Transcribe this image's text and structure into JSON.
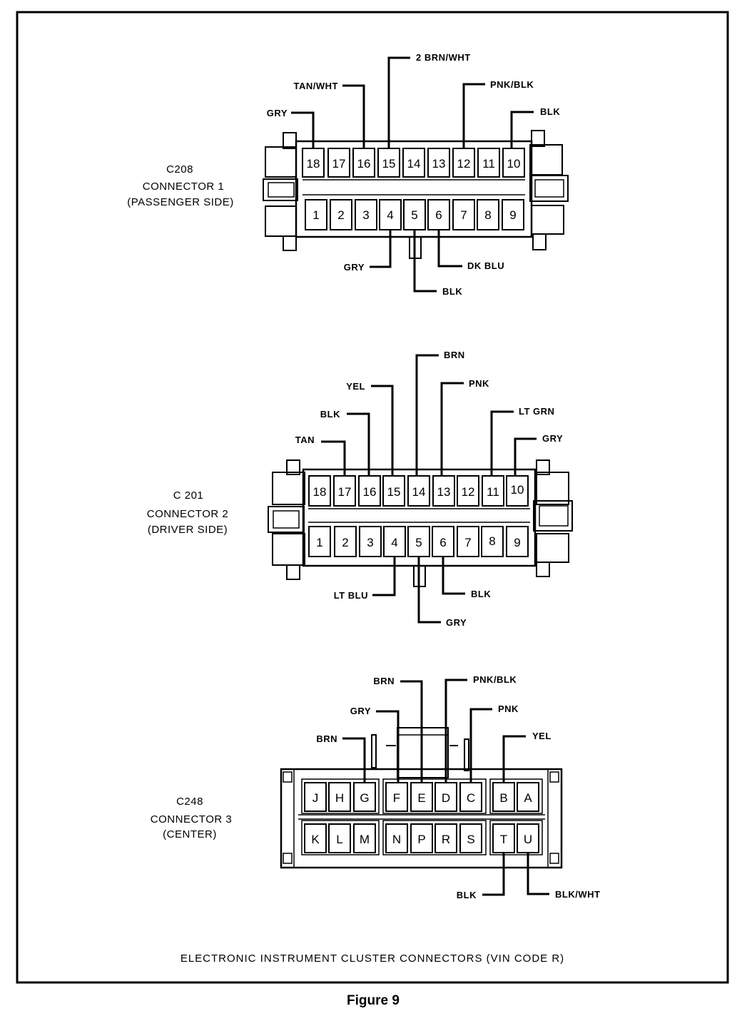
{
  "caption": "ELECTRONIC INSTRUMENT CLUSTER CONNECTORS (VIN CODE R)",
  "figure_label": "Figure 9",
  "connectors": [
    {
      "id": "c208",
      "code": "C208",
      "name": "CONNECTOR 1",
      "side": "(PASSENGER SIDE)",
      "top_pins": [
        "18",
        "17",
        "16",
        "15",
        "14",
        "13",
        "12",
        "11",
        "10"
      ],
      "bottom_pins": [
        "1",
        "2",
        "3",
        "4",
        "5",
        "6",
        "7",
        "8",
        "9"
      ],
      "wires": [
        {
          "pin": "18",
          "color": "GRY"
        },
        {
          "pin": "16",
          "color": "TAN/WHT"
        },
        {
          "pin": "15",
          "color": "2 BRN/WHT"
        },
        {
          "pin": "12",
          "color": "PNK/BLK"
        },
        {
          "pin": "10",
          "color": "BLK"
        },
        {
          "pin": "4",
          "color": "GRY"
        },
        {
          "pin": "5",
          "color": "BLK"
        },
        {
          "pin": "6",
          "color": "DK BLU"
        }
      ]
    },
    {
      "id": "c201",
      "code": "C 201",
      "name": "CONNECTOR 2",
      "side": "(DRIVER SIDE)",
      "top_pins": [
        "18",
        "17",
        "16",
        "15",
        "14",
        "13",
        "12",
        "11",
        "10"
      ],
      "bottom_pins": [
        "1",
        "2",
        "3",
        "4",
        "5",
        "6",
        "7",
        "8",
        "9"
      ],
      "wires": [
        {
          "pin": "17",
          "color": "TAN"
        },
        {
          "pin": "16",
          "color": "BLK"
        },
        {
          "pin": "15",
          "color": "YEL"
        },
        {
          "pin": "14",
          "color": "BRN"
        },
        {
          "pin": "13",
          "color": "PNK"
        },
        {
          "pin": "11",
          "color": "LT GRN"
        },
        {
          "pin": "10",
          "color": "GRY"
        },
        {
          "pin": "4",
          "color": "LT BLU"
        },
        {
          "pin": "5",
          "color": "GRY"
        },
        {
          "pin": "6",
          "color": "BLK"
        }
      ]
    },
    {
      "id": "c248",
      "code": "C248",
      "name": "CONNECTOR 3",
      "side": "(CENTER)",
      "top_pins": [
        "J",
        "H",
        "G",
        "F",
        "E",
        "D",
        "C",
        "B",
        "A"
      ],
      "bottom_pins": [
        "K",
        "L",
        "M",
        "N",
        "P",
        "R",
        "S",
        "T",
        "U"
      ],
      "wires": [
        {
          "pin": "G",
          "color": "BRN"
        },
        {
          "pin": "F",
          "color": "GRY"
        },
        {
          "pin": "E",
          "color": "BRN"
        },
        {
          "pin": "D",
          "color": "PNK/BLK"
        },
        {
          "pin": "C",
          "color": "PNK"
        },
        {
          "pin": "B",
          "color": "YEL"
        },
        {
          "pin": "T",
          "color": "BLK"
        },
        {
          "pin": "U",
          "color": "BLK/WHT"
        }
      ]
    }
  ]
}
